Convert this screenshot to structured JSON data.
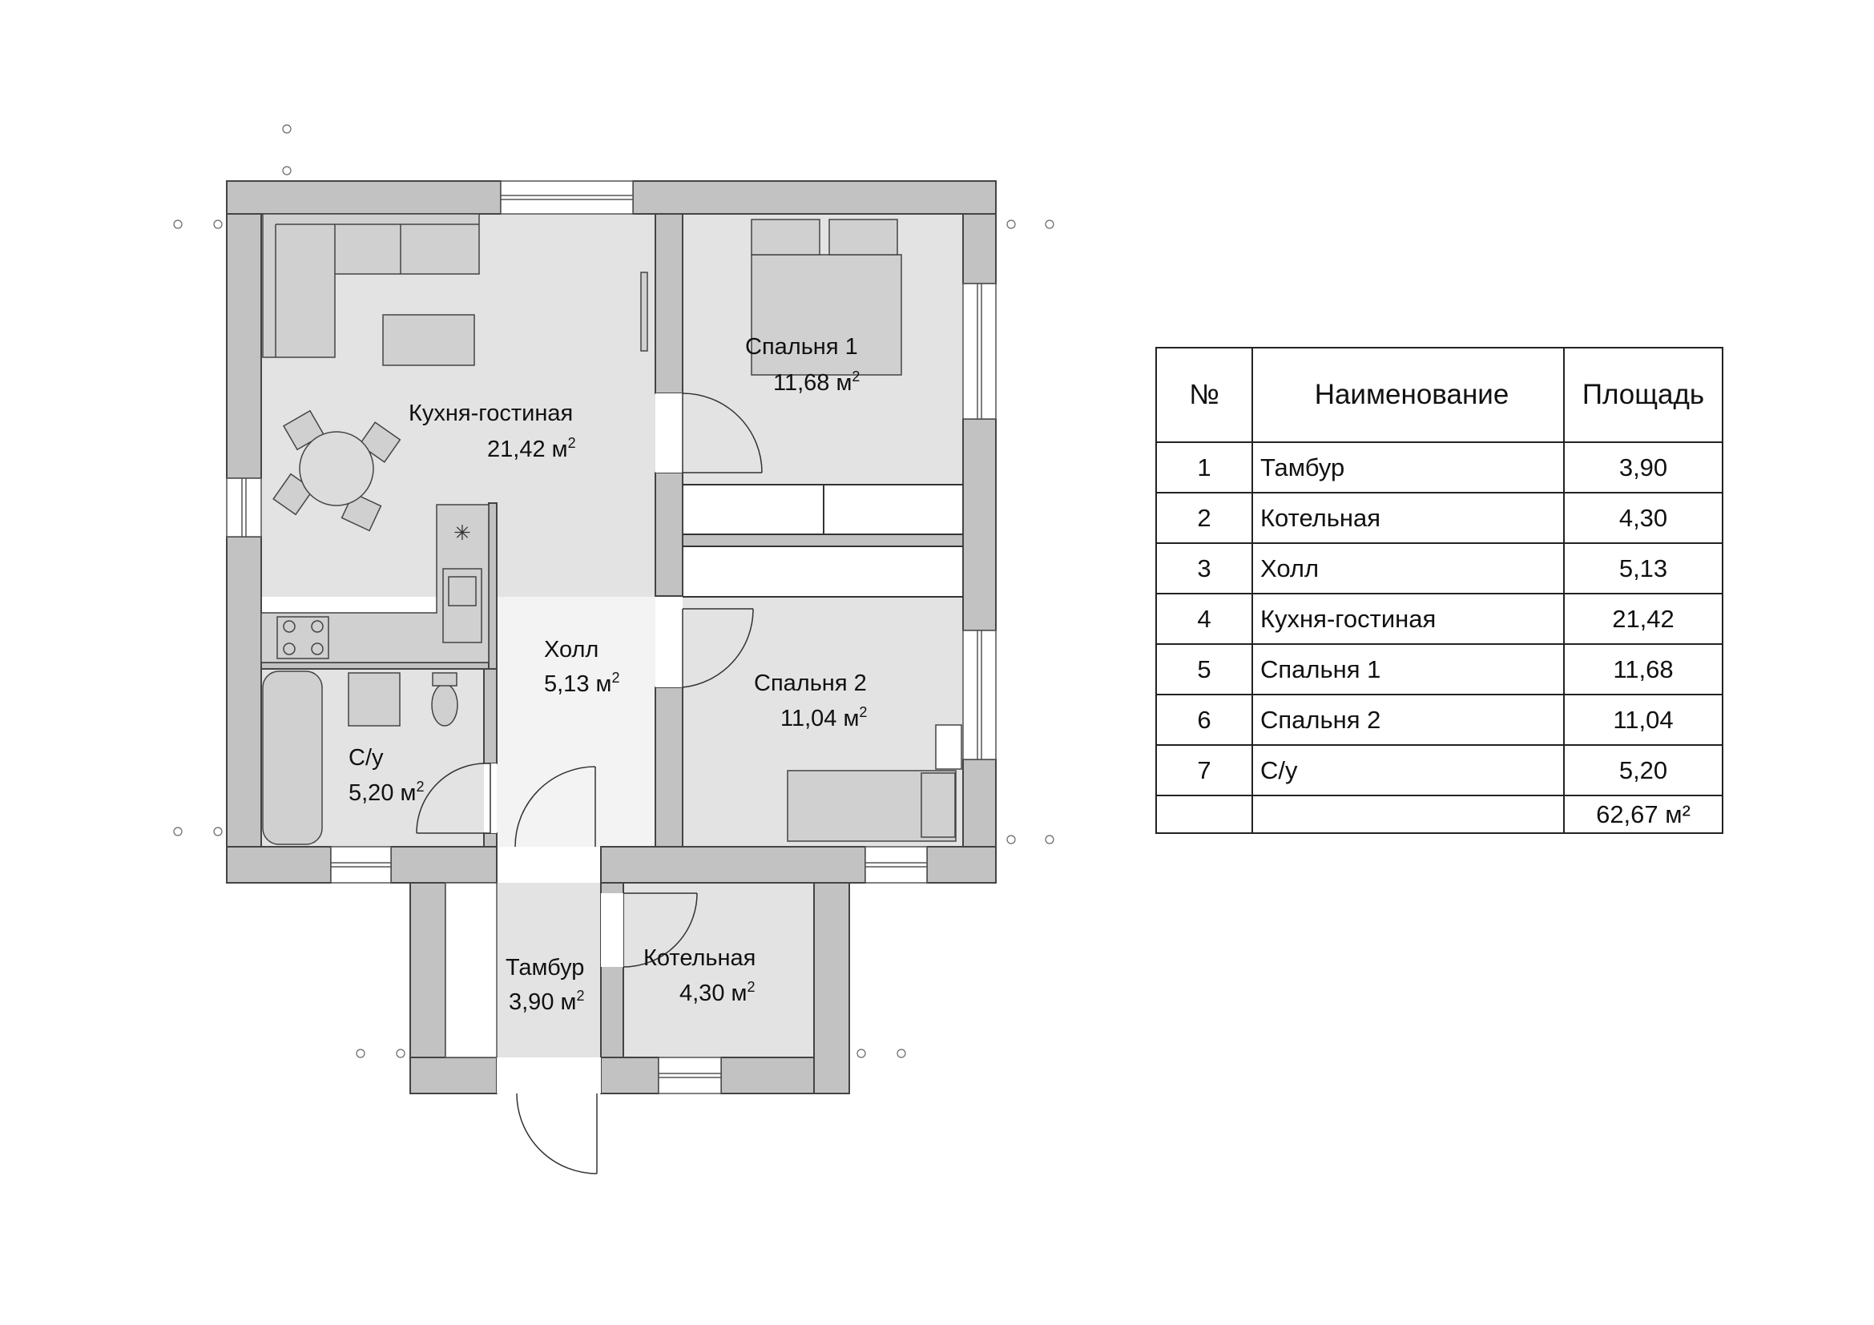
{
  "rooms": [
    {
      "id": "kitchen",
      "name": "Кухня-гостиная",
      "area": "21,42 м"
    },
    {
      "id": "bedroom1",
      "name": "Спальня 1",
      "area": "11,68 м"
    },
    {
      "id": "hall",
      "name": "Холл",
      "area": "5,13 м"
    },
    {
      "id": "bedroom2",
      "name": "Спальня 2",
      "area": "11,04 м"
    },
    {
      "id": "bathroom",
      "name": "С/у",
      "area": "5,20 м"
    },
    {
      "id": "vestibule",
      "name": "Тамбур",
      "area": "3,90 м"
    },
    {
      "id": "boiler",
      "name": "Котельная",
      "area": "4,30 м"
    }
  ],
  "area_superscript": "2",
  "table": {
    "headers": [
      "№",
      "Наименование",
      "Площадь"
    ],
    "rows": [
      {
        "num": "1",
        "name": "Тамбур",
        "area": "3,90"
      },
      {
        "num": "2",
        "name": "Котельная",
        "area": "4,30"
      },
      {
        "num": "3",
        "name": "Холл",
        "area": "5,13"
      },
      {
        "num": "4",
        "name": "Кухня-гостиная",
        "area": "21,42"
      },
      {
        "num": "5",
        "name": "Спальня 1",
        "area": "11,68"
      },
      {
        "num": "6",
        "name": "Спальня 2",
        "area": "11,04"
      },
      {
        "num": "7",
        "name": "С/у",
        "area": "5,20"
      }
    ],
    "total": "62,67 м²"
  },
  "colors": {
    "wall": "#c2c2c2",
    "wall_stroke": "#444444",
    "room_fill": "#e3e3e3",
    "hall_fill": "#f3f3f3",
    "furniture": "#d0d0d0",
    "line": "#333333"
  }
}
